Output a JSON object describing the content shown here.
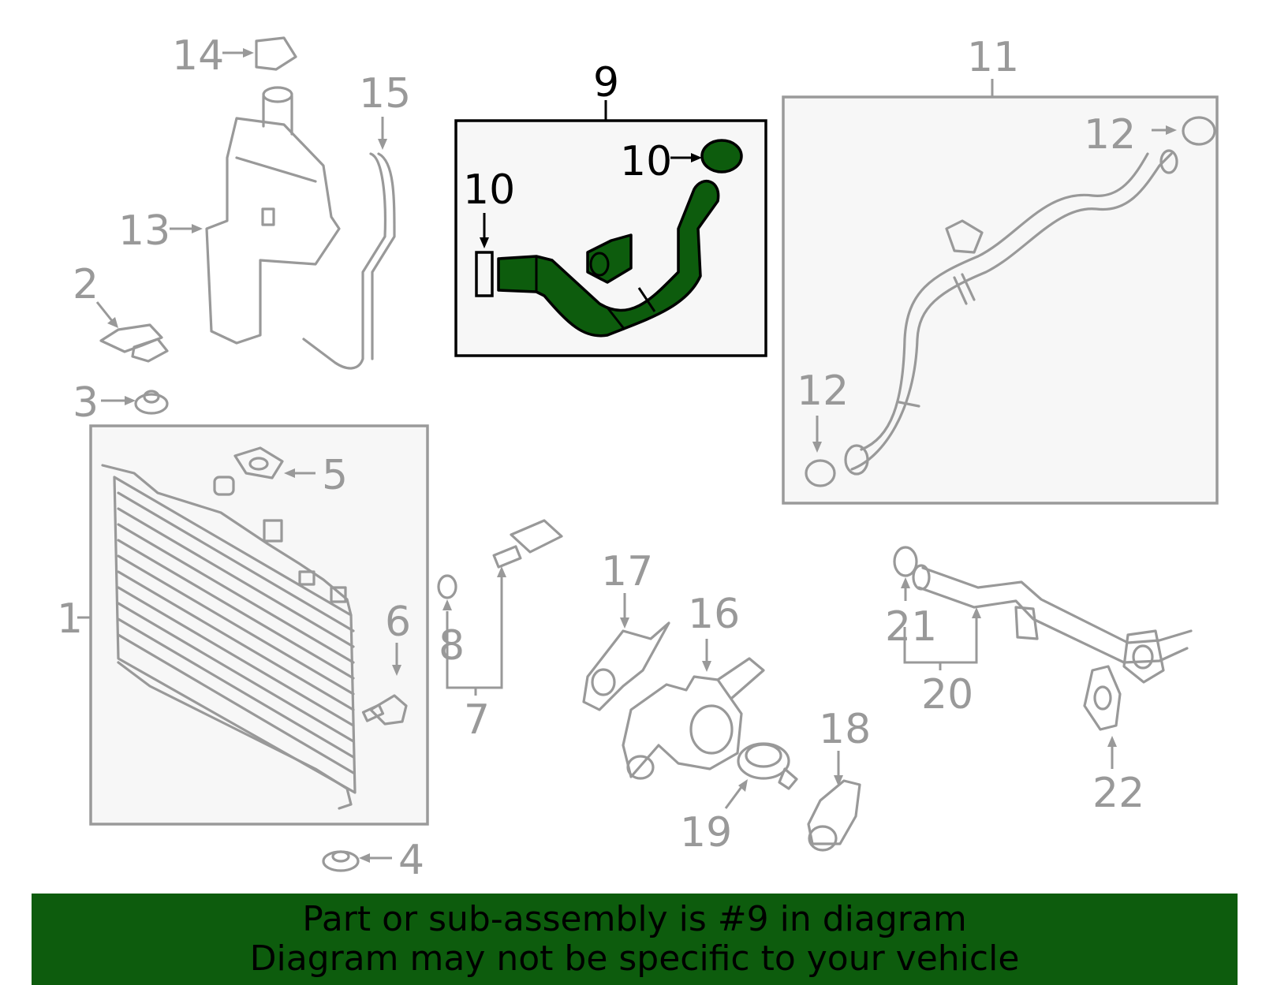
{
  "highlight_color": "#0d5c0d",
  "highlighted_part": "9",
  "callouts": {
    "c1": "1",
    "c2": "2",
    "c3": "3",
    "c4": "4",
    "c5": "5",
    "c6": "6",
    "c7": "7",
    "c8": "8",
    "c9": "9",
    "c10a": "10",
    "c10b": "10",
    "c11": "11",
    "c12a": "12",
    "c12b": "12",
    "c13": "13",
    "c14": "14",
    "c15": "15",
    "c16": "16",
    "c17": "17",
    "c18": "18",
    "c19": "19",
    "c20": "20",
    "c21": "21",
    "c22": "22"
  },
  "banner": {
    "line1": "Part or sub-assembly is #9 in diagram",
    "line2": "Diagram may not be specific to your vehicle"
  }
}
